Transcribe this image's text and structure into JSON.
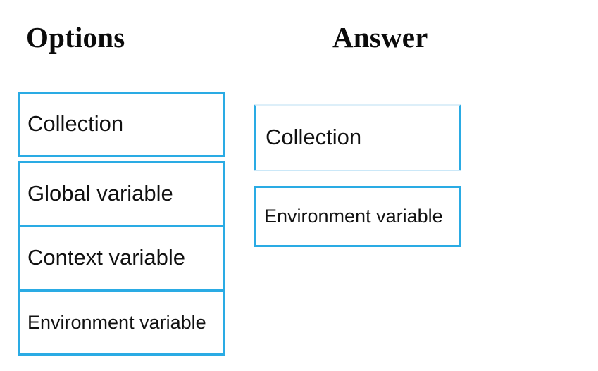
{
  "background_color": "#ffffff",
  "accent_color": "#2aabe4",
  "text_color": "#111111",
  "columns": {
    "options": {
      "heading": "Options",
      "tiles": [
        {
          "label": "Collection"
        },
        {
          "label": "Global variable"
        },
        {
          "label": "Context variable"
        },
        {
          "label": "Environment variable"
        }
      ]
    },
    "answer": {
      "heading": "Answer",
      "tiles": [
        {
          "label": "Collection"
        },
        {
          "label": "Environment variable"
        }
      ]
    }
  }
}
